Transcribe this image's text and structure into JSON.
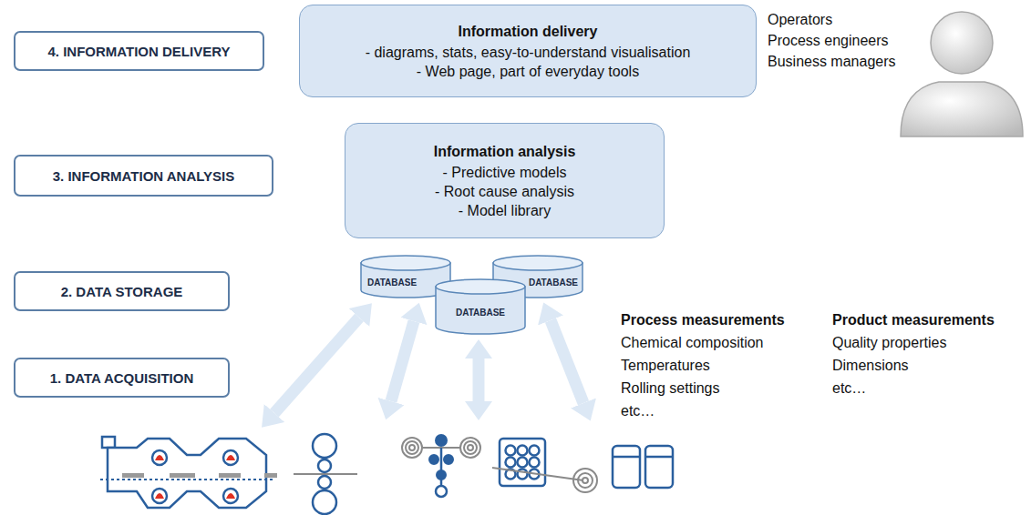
{
  "diagram": {
    "nodes": [
      {
        "text": [
          "4. INFORMATION DELIVERY"
        ]
      },
      {
        "text": [
          "Information delivery",
          "- diagrams, stats, easy-to-understand visualisation",
          "- Web page, part of everyday tools"
        ]
      },
      {
        "text": [
          "3. INFORMATION ANALYSIS"
        ]
      },
      {
        "text": [
          "Information analysis",
          "- Predictive models",
          "- Root cause analysis",
          "- Model library"
        ]
      },
      {
        "text": [
          "2. DATA STORAGE"
        ]
      },
      {
        "text": [
          "DATABASE"
        ]
      },
      {
        "text": [
          "DATABASE"
        ]
      },
      {
        "text": [
          "DATABASE"
        ]
      },
      {
        "text": [
          "1. DATA ACQUISITION"
        ]
      }
    ],
    "labels": [
      "Operators",
      "Process engineers",
      "Business managers",
      "Process measurements",
      "Chemical composition",
      "Temperatures",
      "Rolling settings",
      "etc…",
      "Product measurements",
      "Quality properties",
      "Dimensions",
      "etc…"
    ]
  }
}
